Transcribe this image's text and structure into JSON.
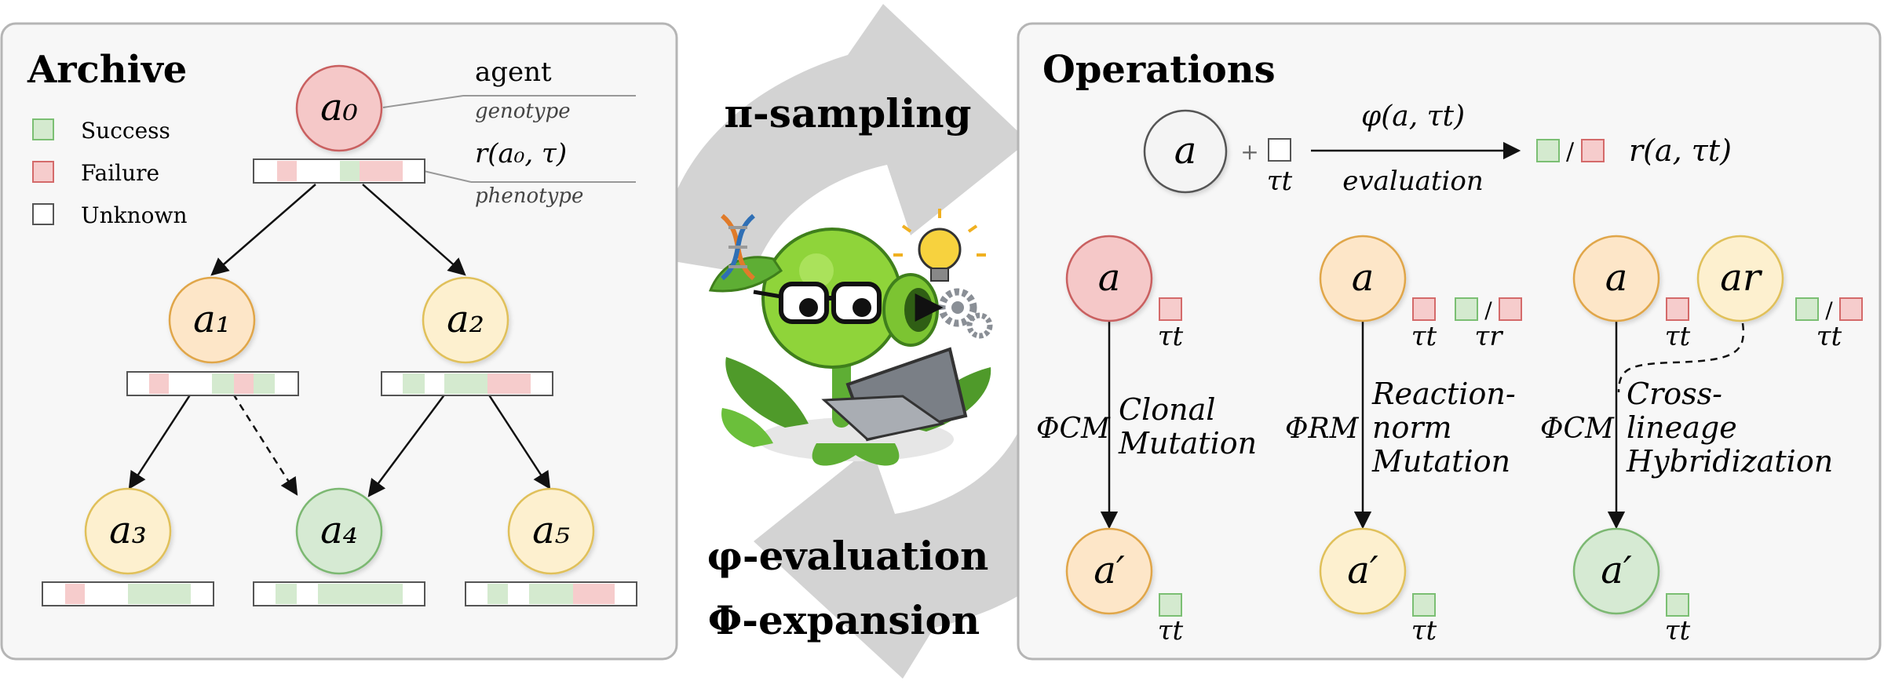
{
  "archive": {
    "title": "Archive",
    "legend": [
      {
        "label": "Success",
        "color": "#d4eacf",
        "border": "#7bbf73"
      },
      {
        "label": "Failure",
        "color": "#f6cccc",
        "border": "#d46a6a"
      },
      {
        "label": "Unknown",
        "color": "#ffffff",
        "border": "#555555"
      }
    ],
    "annotations": {
      "agent": "agent",
      "genotype": "genotype",
      "reward": "r(a₀, τ)",
      "phenotype": "phenotype"
    },
    "nodes": [
      {
        "id": "a0",
        "label": "a₀",
        "fill": "#f5c8c8",
        "stroke": "#c96060"
      },
      {
        "id": "a1",
        "label": "a₁",
        "fill": "#fde6c8",
        "stroke": "#e0a64a"
      },
      {
        "id": "a2",
        "label": "a₂",
        "fill": "#fdf0cf",
        "stroke": "#e0c05a"
      },
      {
        "id": "a3",
        "label": "a₃",
        "fill": "#fdf0cf",
        "stroke": "#e0c05a"
      },
      {
        "id": "a4",
        "label": "a₄",
        "fill": "#d6ead3",
        "stroke": "#7bb872"
      },
      {
        "id": "a5",
        "label": "a₅",
        "fill": "#fdf0cf",
        "stroke": "#e0c05a"
      }
    ]
  },
  "middle": {
    "sampling": "π-sampling",
    "evaluation": "φ-evaluation",
    "expansion": "Φ-expansion"
  },
  "operations": {
    "title": "Operations",
    "eval": {
      "node": "a",
      "plus": "+",
      "task": "τt",
      "func": "φ(a, τt)",
      "label": "evaluation",
      "slash": "/",
      "reward": "r(a, τt)"
    },
    "ops": [
      {
        "phi": "ΦCM",
        "name_lines": [
          "Clonal",
          "Mutation"
        ],
        "parent": "a",
        "child": "a′",
        "tau": "τt"
      },
      {
        "phi": "ΦRM",
        "name_lines": [
          "Reaction-",
          "norm",
          "Mutation"
        ],
        "parent": "a",
        "child": "a′",
        "tau": "τt",
        "tau2": "τr",
        "slash": "/"
      },
      {
        "phi": "ΦCM",
        "name_lines": [
          "Cross-",
          "lineage",
          "Hybridization"
        ],
        "parent": "a",
        "parent2": "ar",
        "child": "a′",
        "tau": "τt",
        "tau2": "τt",
        "slash": "/"
      }
    ]
  }
}
